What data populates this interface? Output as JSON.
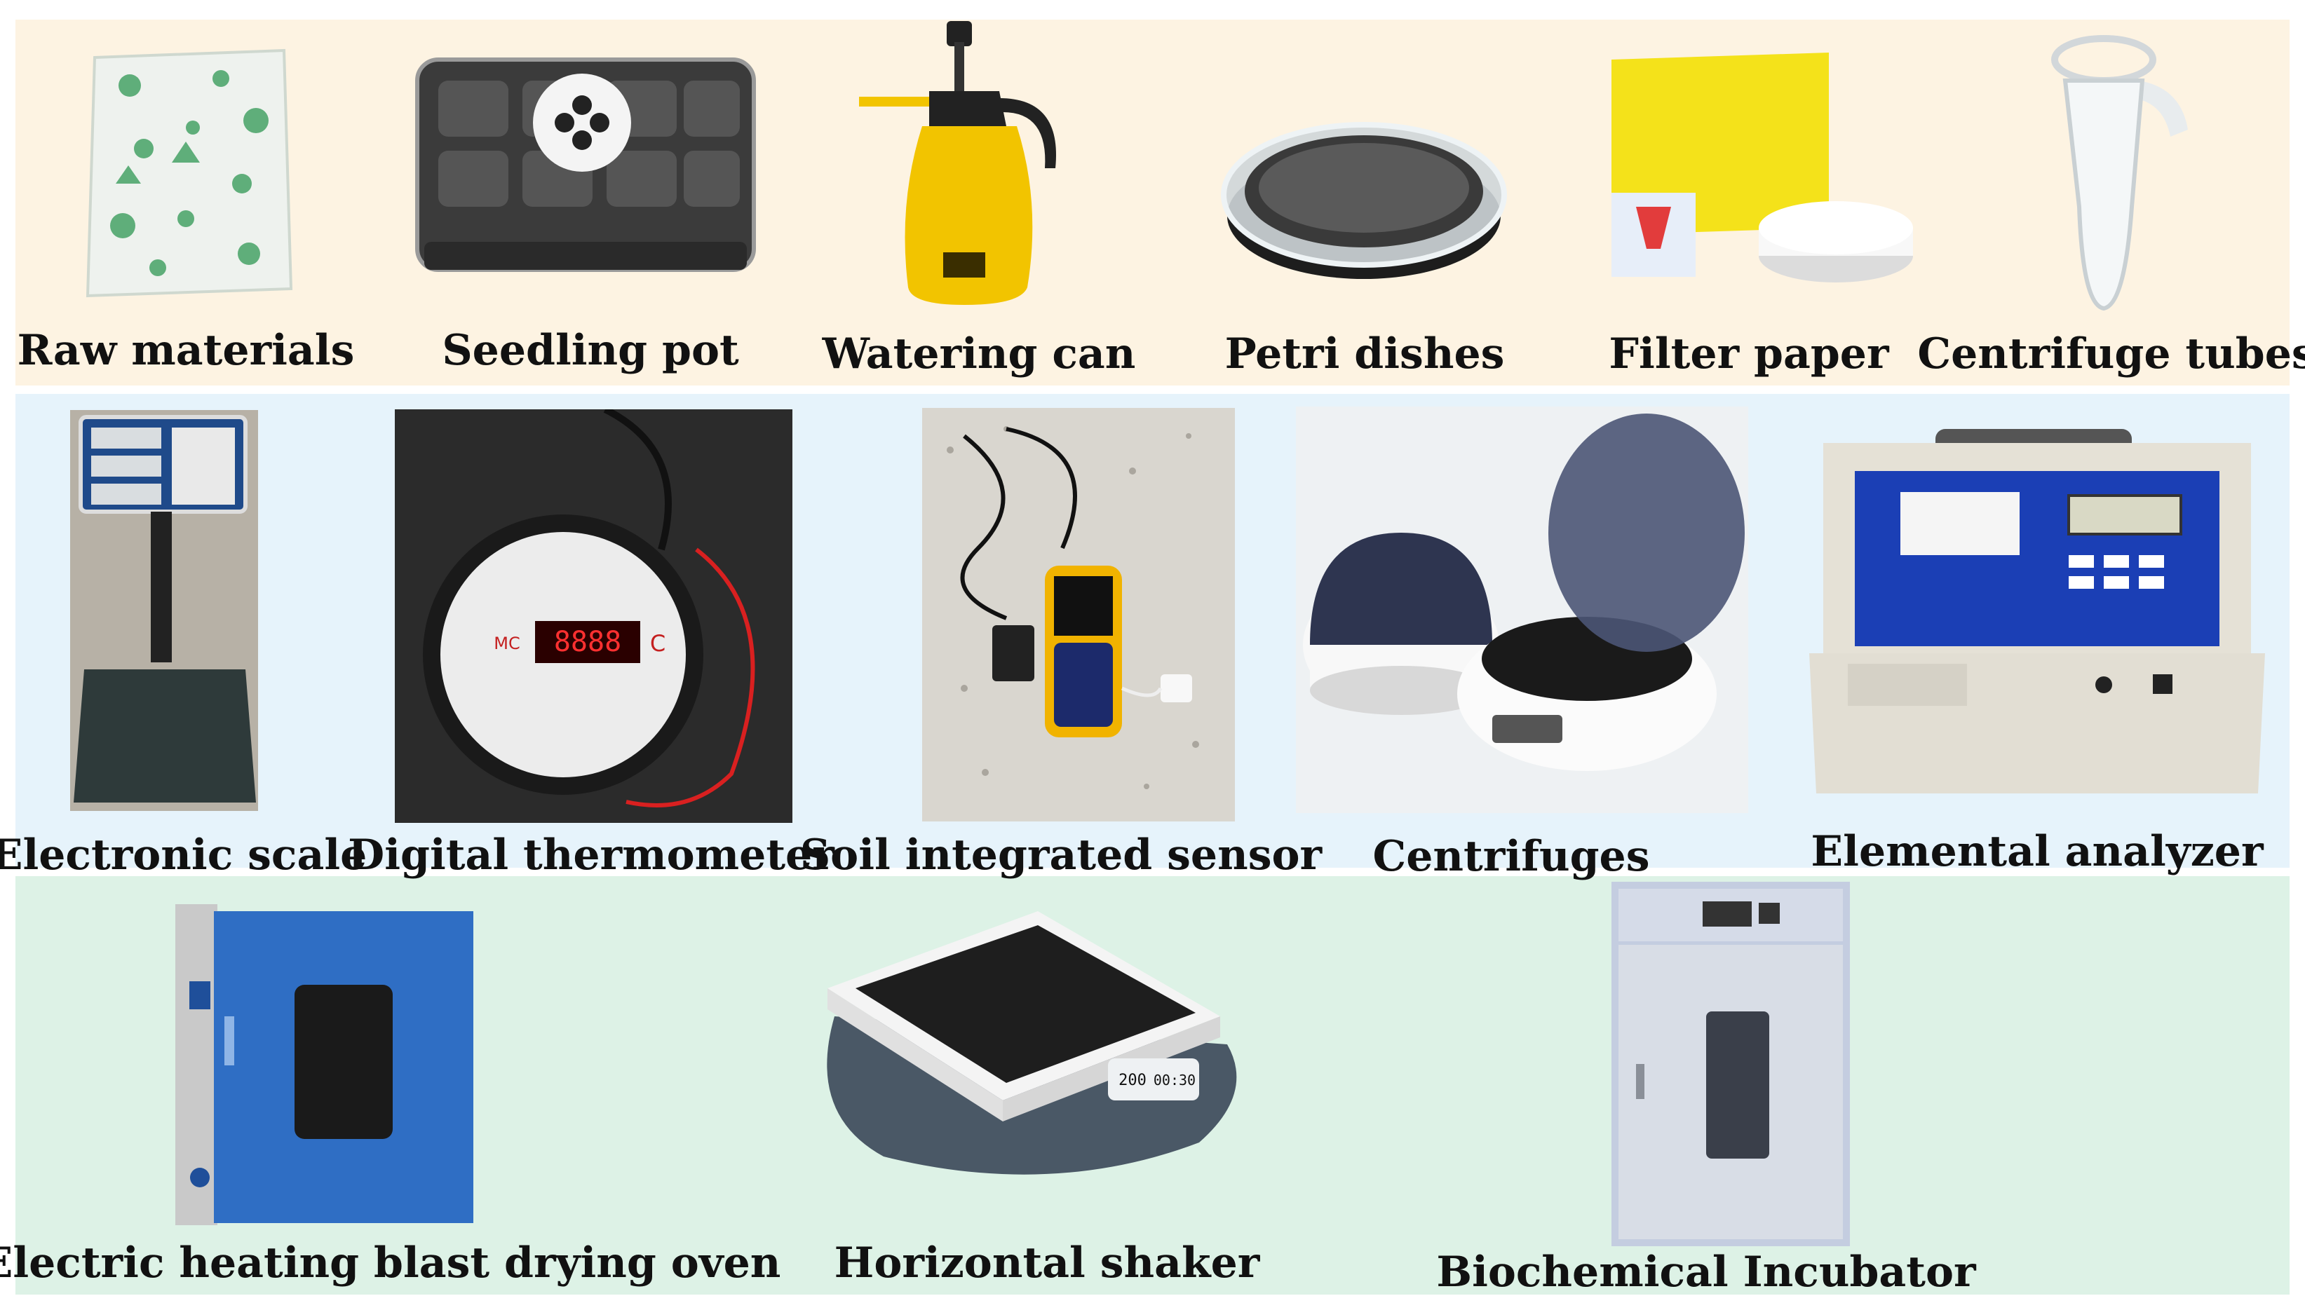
{
  "rows": [
    {
      "items": [
        {
          "label": "Raw materials"
        },
        {
          "label": "Seedling pot"
        },
        {
          "label": "Watering can"
        },
        {
          "label": "Petri dishes"
        },
        {
          "label": "Filter paper"
        },
        {
          "label": "Centrifuge tubes"
        }
      ]
    },
    {
      "items": [
        {
          "label": "Electronic scale"
        },
        {
          "label": "Digital thermometer",
          "display": "8888",
          "unit": "C",
          "brand": "MC"
        },
        {
          "label": "Soil integrated sensor"
        },
        {
          "label": "Centrifuges"
        },
        {
          "label": "Elemental analyzer"
        }
      ]
    },
    {
      "items": [
        {
          "label": "Electric heating blast drying oven"
        },
        {
          "label": "Horizontal shaker",
          "display_left": "200",
          "display_right": "00:30"
        },
        {
          "label": "Biochemical Incubator"
        }
      ]
    }
  ],
  "colors": {
    "row1_bg": "#fdf3e2",
    "row2_bg": "#e6f3fb",
    "row3_bg": "#ddf2e6"
  }
}
